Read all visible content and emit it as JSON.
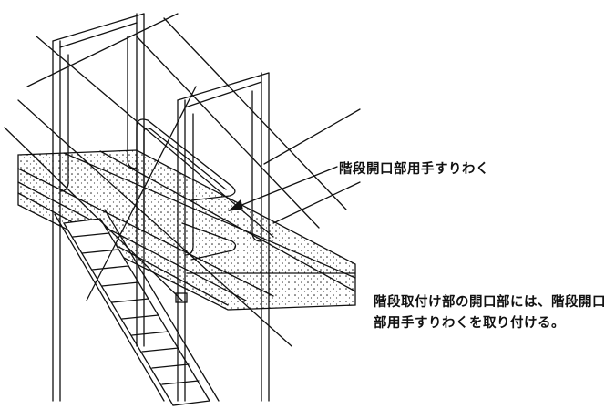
{
  "diagram": {
    "callout_label": "階段開口部用手すりわく",
    "note_lines": [
      "階段取付け部の開口部には、階段開口",
      "部用手すりわくを取り付ける。"
    ],
    "line_color": "#111111"
  }
}
